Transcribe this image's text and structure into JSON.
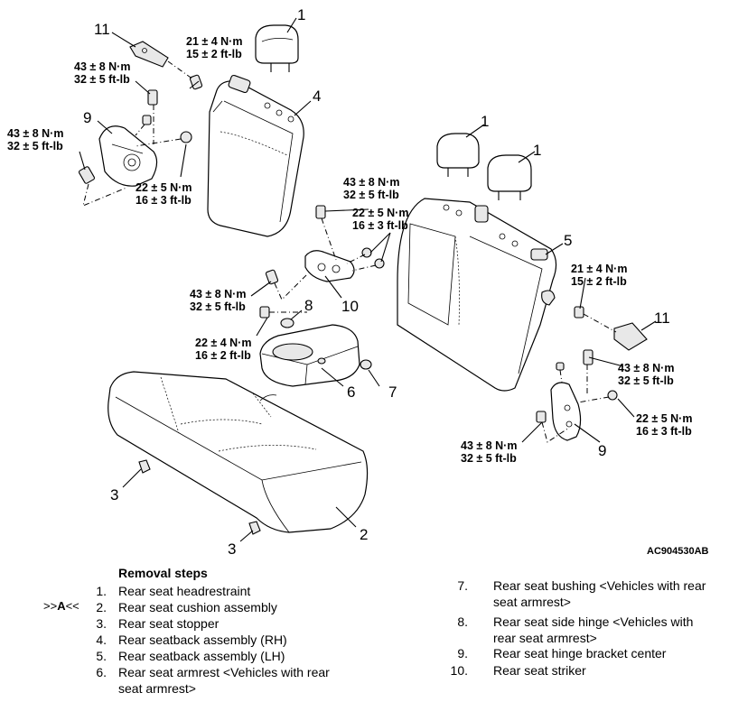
{
  "callouts": {
    "c1a": "1",
    "c1b": "1",
    "c1c": "1",
    "c11a": "11",
    "c11b": "11",
    "c4": "4",
    "c9a": "9",
    "c9b": "9",
    "c5": "5",
    "c10": "10",
    "c8": "8",
    "c6": "6",
    "c7": "7",
    "c2": "2",
    "c3a": "3",
    "c3b": "3"
  },
  "torques": {
    "t1": {
      "nm": "21 ± 4 N·m",
      "ft": "15 ± 2 ft-lb"
    },
    "t2": {
      "nm": "43 ± 8 N·m",
      "ft": "32 ± 5 ft-lb"
    },
    "t3": {
      "nm": "43 ± 8 N·m",
      "ft": "32 ± 5 ft-lb"
    },
    "t4": {
      "nm": "22 ± 5 N·m",
      "ft": "16 ± 3 ft-lb"
    },
    "t5": {
      "nm": "43 ± 8 N·m",
      "ft": "32 ± 5 ft-lb"
    },
    "t6": {
      "nm": "22 ± 5 N·m",
      "ft": "16 ± 3 ft-lb"
    },
    "t7": {
      "nm": "43 ± 8 N·m",
      "ft": "32 ± 5 ft-lb"
    },
    "t8": {
      "nm": "22 ± 4 N·m",
      "ft": "16 ± 2 ft-lb"
    },
    "t9": {
      "nm": "21 ± 4 N·m",
      "ft": "15 ± 2 ft-lb"
    },
    "t10": {
      "nm": "43 ± 8 N·m",
      "ft": "32 ± 5 ft-lb"
    },
    "t11": {
      "nm": "22 ± 5 N·m",
      "ft": "16 ± 3 ft-lb"
    },
    "t12": {
      "nm": "43 ± 8 N·m",
      "ft": "32 ± 5 ft-lb"
    }
  },
  "figure_id": "AC904530AB",
  "removal": {
    "title": "Removal steps",
    "note_prefix": ">>",
    "note_letter": "A",
    "note_suffix": "<<",
    "steps": [
      {
        "num": "1.",
        "line1": "Rear seat headrestraint",
        "line2": ""
      },
      {
        "num": "2.",
        "line1": "Rear seat cushion assembly",
        "line2": ""
      },
      {
        "num": "3.",
        "line1": "Rear seat stopper",
        "line2": ""
      },
      {
        "num": "4.",
        "line1": "Rear seatback assembly (RH)",
        "line2": ""
      },
      {
        "num": "5.",
        "line1": "Rear seatback assembly (LH)",
        "line2": ""
      },
      {
        "num": "6.",
        "line1": "Rear seat armrest <Vehicles with rear",
        "line2": "seat armrest>"
      },
      {
        "num": "7.",
        "line1": "Rear seat bushing <Vehicles with rear",
        "line2": "seat armrest>"
      },
      {
        "num": "8.",
        "line1": "Rear seat side hinge <Vehicles with",
        "line2": "rear seat armrest>"
      },
      {
        "num": "9.",
        "line1": "Rear seat hinge bracket center",
        "line2": ""
      },
      {
        "num": "10.",
        "line1": "Rear seat striker",
        "line2": ""
      }
    ]
  }
}
